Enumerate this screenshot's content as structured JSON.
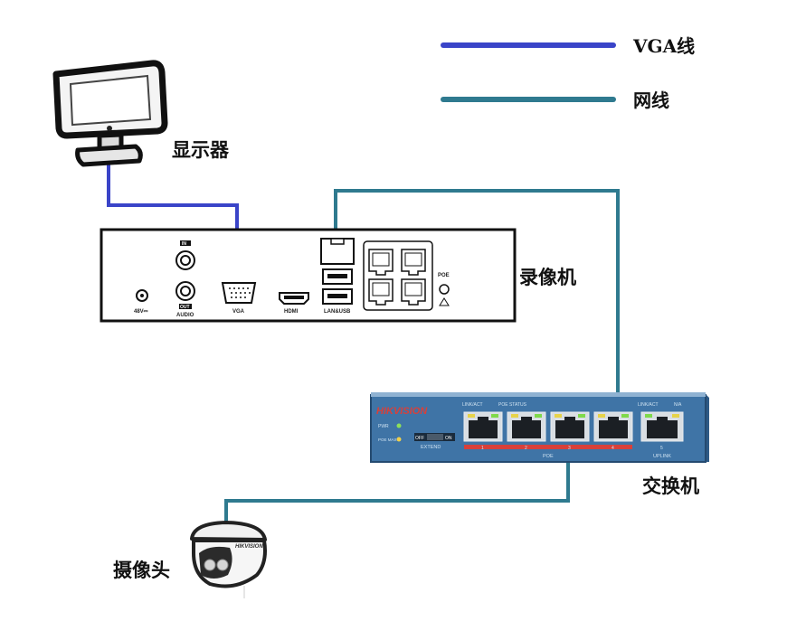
{
  "legend": {
    "vga": {
      "label": "VGA线",
      "color": "#3a44c8"
    },
    "network": {
      "label": "网线",
      "color": "#2f7a8f"
    }
  },
  "devices": {
    "monitor": {
      "label": "显示器"
    },
    "nvr": {
      "label": "录像机",
      "ports": {
        "dc": "48V⎓",
        "audio_in": "IN",
        "audio_out": "OUT",
        "audio": "AUDIO",
        "vga": "VGA",
        "hdmi": "HDMI",
        "lan_usb": "LAN&USB",
        "poe": "POE"
      }
    },
    "switch": {
      "label": "交换机",
      "brand": "HIKVISION",
      "leds": {
        "pwr": "PWR",
        "poe_max": "POE MAX"
      },
      "toggle": {
        "off": "OFF",
        "on": "ON",
        "extend": "EXTEND"
      },
      "headers": {
        "link_act": "LINK/ACT",
        "poe_status": "POE STATUS",
        "link_act_uplink": "LINK/ACT",
        "na": "N/A"
      },
      "port_numbers": [
        "1",
        "2",
        "3",
        "4",
        "5"
      ],
      "poe": "POE",
      "uplink": "UPLINK"
    },
    "camera": {
      "label": "摄像头",
      "brand": "HIKVISION"
    }
  }
}
